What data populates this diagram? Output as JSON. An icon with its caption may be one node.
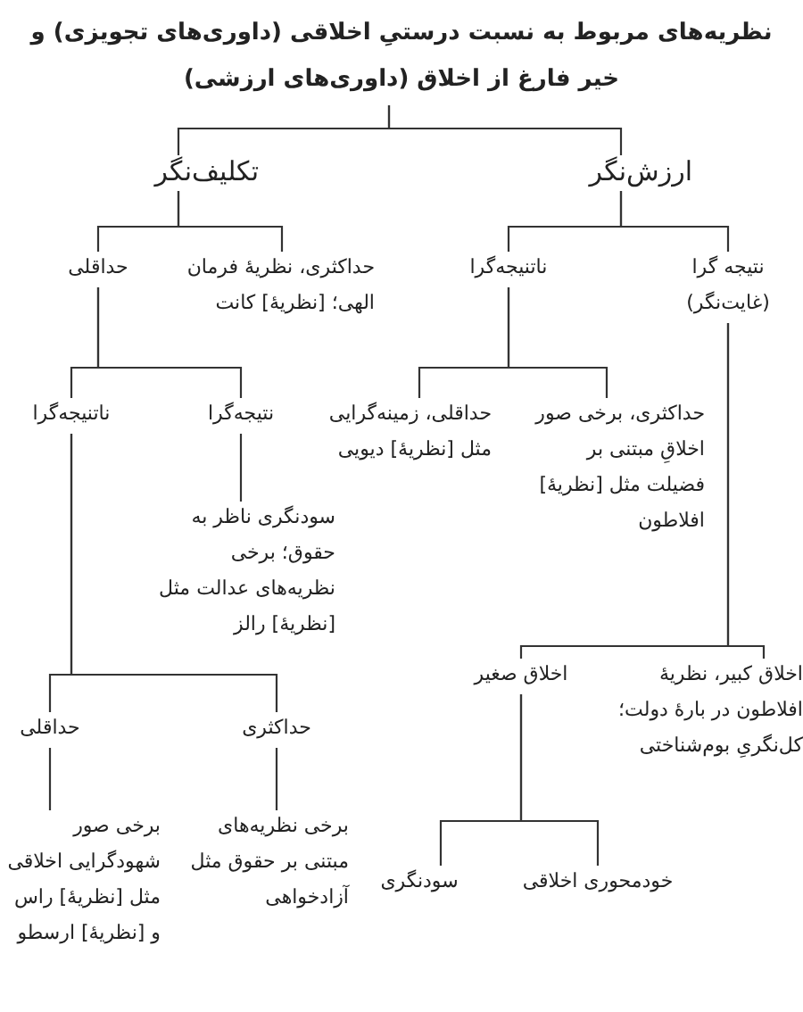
{
  "diagram": {
    "nodes": [
      {
        "text": [
          "نظریه‌های مربوط به نسبت درستیِ اخلاقی (داوری‌های تجویزی) و خیر فارغ از اخلاق (داوری‌های ارزشی)"
        ]
      },
      {
        "text": [
          "ارزش‌نگر"
        ]
      },
      {
        "text": [
          "تکلیف‌نگر"
        ]
      },
      {
        "text": [
          "نتیجه گرا (غایت‌نگر)"
        ]
      },
      {
        "text": [
          "ناتنیجه‌گرا"
        ]
      },
      {
        "text": [
          "حداکثری، نظریهٔ فرمان الهی؛ [نظریهٔ] کانت"
        ]
      },
      {
        "text": [
          "حداقلی"
        ]
      },
      {
        "text": [
          "حداکثری، برخی صور اخلاقِ مبتنی بر فضیلت مثل [نظریهٔ] افلاطون"
        ]
      },
      {
        "text": [
          "حداقلی، زمینه‌گرایی مثل [نظریهٔ] دیویی"
        ]
      },
      {
        "text": [
          "نتیجه‌گرا"
        ]
      },
      {
        "text": [
          "ناتنیجه‌گرا"
        ]
      },
      {
        "text": [
          "سودنگری ناظر به حقوق؛ برخی نظریه‌های عدالت مثل [نظریهٔ] رالز"
        ]
      },
      {
        "text": [
          "اخلاق کبیر، نظریهٔ افلاطون در بارهٔ دولت؛ کل‌نگریِ بوم‌شناختی"
        ]
      },
      {
        "text": [
          "اخلاق صغیر"
        ]
      },
      {
        "text": [
          "حداکثری"
        ]
      },
      {
        "text": [
          "حداقلی"
        ]
      },
      {
        "text": [
          "برخی نظریه‌های مبتنی بر حقوق مثل آزادخواهی"
        ]
      },
      {
        "text": [
          "برخی صور شهودگرایی اخلاقی مثل [نظریهٔ] راس و [نظریهٔ] ارسطو"
        ]
      },
      {
        "text": [
          "خودمحوری اخلاقی"
        ]
      },
      {
        "text": [
          "سودنگری"
        ]
      }
    ],
    "edges": [
      {
        "from": 0,
        "to": 1,
        "arrow": "none"
      },
      {
        "from": 0,
        "to": 2,
        "arrow": "none"
      },
      {
        "from": 1,
        "to": 3,
        "arrow": "none"
      },
      {
        "from": 1,
        "to": 4,
        "arrow": "none"
      },
      {
        "from": 2,
        "to": 5,
        "arrow": "none"
      },
      {
        "from": 2,
        "to": 6,
        "arrow": "none"
      },
      {
        "from": 4,
        "to": 7,
        "arrow": "none"
      },
      {
        "from": 4,
        "to": 8,
        "arrow": "none"
      },
      {
        "from": 6,
        "to": 9,
        "arrow": "none"
      },
      {
        "from": 6,
        "to": 10,
        "arrow": "none"
      },
      {
        "from": 9,
        "to": 11,
        "arrow": "none"
      },
      {
        "from": 3,
        "to": 12,
        "arrow": "none"
      },
      {
        "from": 3,
        "to": 13,
        "arrow": "none"
      },
      {
        "from": 10,
        "to": 14,
        "arrow": "none"
      },
      {
        "from": 10,
        "to": 15,
        "arrow": "none"
      },
      {
        "from": 14,
        "to": 16,
        "arrow": "none"
      },
      {
        "from": 15,
        "to": 17,
        "arrow": "none"
      },
      {
        "from": 13,
        "to": 18,
        "arrow": "none"
      },
      {
        "from": 13,
        "to": 19,
        "arrow": "none"
      }
    ]
  }
}
